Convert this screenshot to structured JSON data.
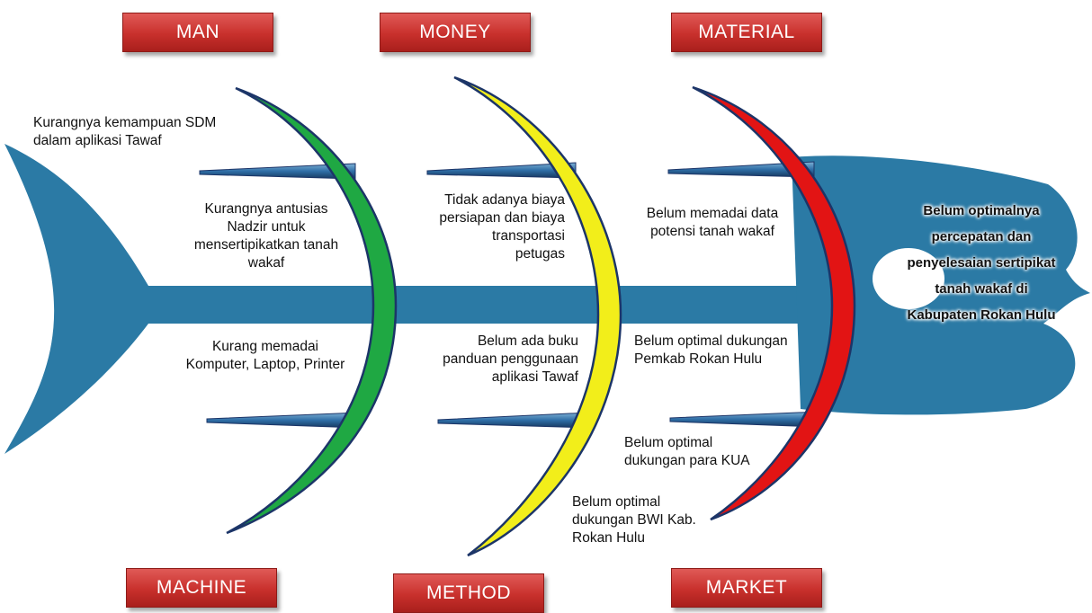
{
  "categories": {
    "man": "MAN",
    "money": "MONEY",
    "material": "MATERIAL",
    "machine": "MACHINE",
    "method": "METHOD",
    "market": "MARKET"
  },
  "causes": {
    "man_1": "Kurangnya kemampuan SDM\ndalam aplikasi Tawaf",
    "man_2": "Kurangnya antusias\nNadzir untuk\nmensertipikatkan tanah\nwakaf",
    "machine_1": "Kurang memadai\nKomputer, Laptop, Printer",
    "money_1": "Tidak adanya biaya\npersiapan dan biaya\ntransportasi\npetugas",
    "method_1": "Belum ada buku\npanduan penggunaan\naplikasi Tawaf",
    "method_2": "Belum optimal\ndukungan BWI Kab.\nRokan Hulu",
    "material_1": "Belum memadai data\npotensi tanah wakaf",
    "market_1": "Belum optimal dukungan\nPemkab Rokan Hulu",
    "market_2": "Belum optimal\ndukungan para KUA"
  },
  "effect": "Belum optimalnya\npercepatan dan\npenyelesaian sertipikat\ntanah wakaf di\nKabupaten Rokan Hulu",
  "colors": {
    "fish": "#2b7aa5",
    "rib_green": "#1fa843",
    "rib_yellow": "#f2ee1a",
    "rib_red": "#e21414",
    "rib_outline": "#1c3568",
    "category_box": "#c8302c"
  }
}
